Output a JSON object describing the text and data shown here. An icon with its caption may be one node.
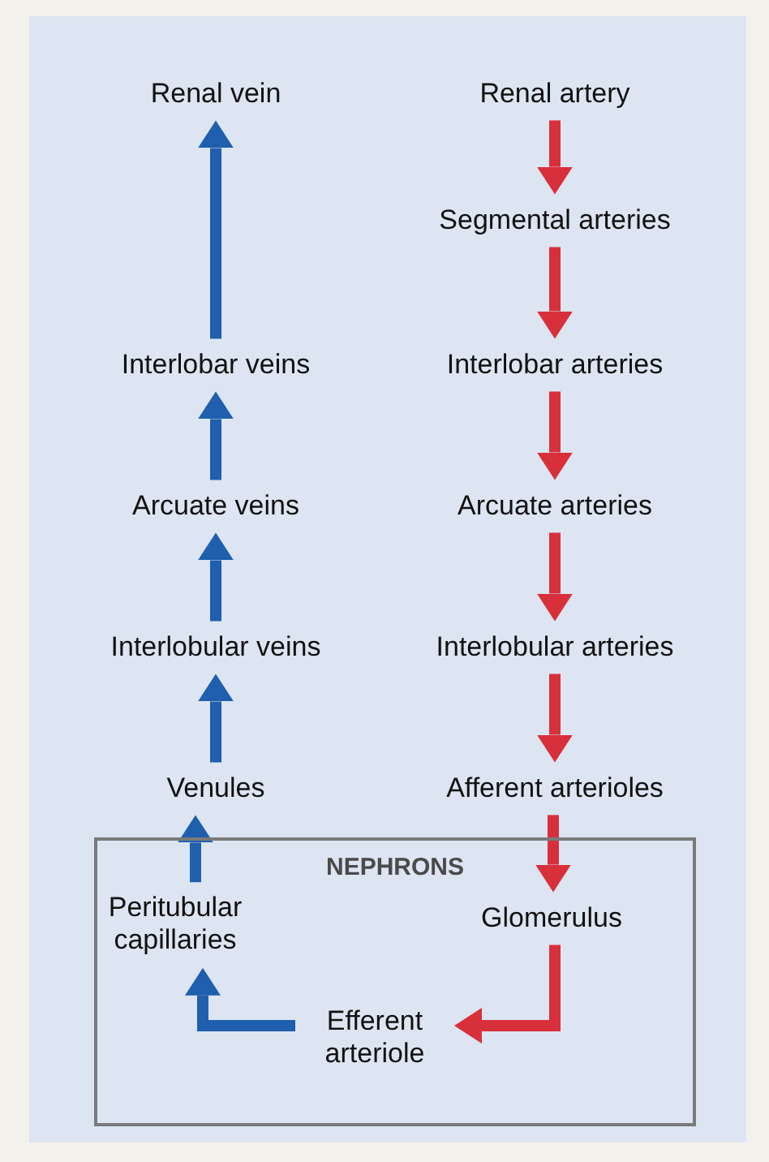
{
  "diagram": {
    "nodes": [
      {
        "text": [
          "Renal vein"
        ]
      },
      {
        "text": [
          "Renal artery"
        ]
      },
      {
        "text": [
          "Segmental arteries"
        ]
      },
      {
        "text": [
          "Interlobar veins"
        ]
      },
      {
        "text": [
          "Interlobar arteries"
        ]
      },
      {
        "text": [
          "Arcuate veins"
        ]
      },
      {
        "text": [
          "Arcuate arteries"
        ]
      },
      {
        "text": [
          "Interlobular veins"
        ]
      },
      {
        "text": [
          "Interlobular arteries"
        ]
      },
      {
        "text": [
          "Venules"
        ]
      },
      {
        "text": [
          "Afferent arterioles"
        ]
      },
      {
        "text": [
          "NEPHRONS"
        ]
      },
      {
        "text": [
          "Peritubular capillaries"
        ],
        "in": 11
      },
      {
        "text": [
          "Glomerulus"
        ],
        "in": 11
      },
      {
        "text": [
          "Efferent arteriole"
        ],
        "in": 11
      }
    ],
    "edges": [
      {
        "from": 1,
        "to": 2,
        "arrow": "to",
        "color": "#d8303a"
      },
      {
        "from": 2,
        "to": 4,
        "arrow": "to",
        "color": "#d8303a"
      },
      {
        "from": 4,
        "to": 6,
        "arrow": "to",
        "color": "#d8303a"
      },
      {
        "from": 6,
        "to": 8,
        "arrow": "to",
        "color": "#d8303a"
      },
      {
        "from": 8,
        "to": 10,
        "arrow": "to",
        "color": "#d8303a"
      },
      {
        "from": 10,
        "to": 13,
        "arrow": "to",
        "color": "#d8303a"
      },
      {
        "from": 13,
        "to": 14,
        "arrow": "to",
        "color": "#d8303a"
      },
      {
        "from": 14,
        "to": 12,
        "arrow": "to",
        "color": "#1f5fae"
      },
      {
        "from": 12,
        "to": 9,
        "arrow": "to",
        "color": "#1f5fae"
      },
      {
        "from": 9,
        "to": 7,
        "arrow": "to",
        "color": "#1f5fae"
      },
      {
        "from": 7,
        "to": 5,
        "arrow": "to",
        "color": "#1f5fae"
      },
      {
        "from": 5,
        "to": 3,
        "arrow": "to",
        "color": "#1f5fae"
      },
      {
        "from": 3,
        "to": 0,
        "arrow": "to",
        "color": "#1f5fae"
      }
    ]
  }
}
